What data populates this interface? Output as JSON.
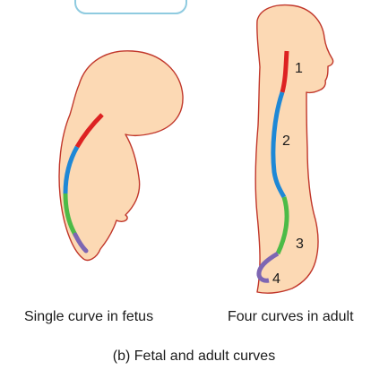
{
  "labels": {
    "fetus": "Single curve in fetus",
    "adult": "Four curves in adult",
    "caption": "(b) Fetal and adult curves"
  },
  "curve_numbers": [
    "1",
    "2",
    "3",
    "4"
  ],
  "colors": {
    "skin": "#fcd9b4",
    "outline": "#c1372b",
    "cervical": "#dd2222",
    "thoracic": "#1e88d6",
    "lumbar": "#4cbb47",
    "sacral": "#7d66b3",
    "box_border": "#8fcbe0"
  }
}
